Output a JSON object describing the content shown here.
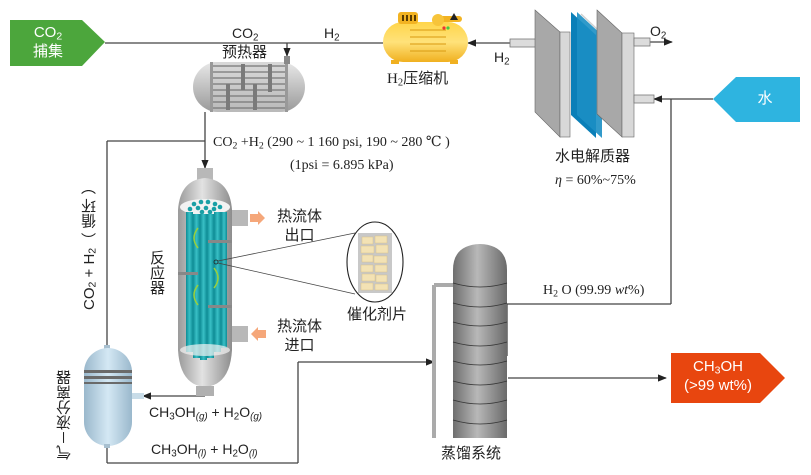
{
  "inputs": {
    "co2_capture": {
      "line1": "CO",
      "sub": "2",
      "line2": "捕集",
      "color": "#4ca63c"
    },
    "water": {
      "label": "水",
      "color": "#2eb4e0"
    }
  },
  "outputs": {
    "methanol": {
      "line1_a": "CH",
      "line1_sub": "3",
      "line1_b": "OH",
      "line2": "(>99 wt%)",
      "color": "#e8460f"
    }
  },
  "streams": {
    "co2_top": {
      "a": "CO",
      "sub": "2"
    },
    "h2_top": {
      "a": "H",
      "sub": "2"
    },
    "h2_electrolyzer": {
      "a": "H",
      "sub": "2"
    },
    "o2_out": {
      "a": "O",
      "sub": "2"
    },
    "feed": {
      "a": "CO",
      "sub1": "2",
      "b": " +H",
      "sub2": "2",
      "c": " (290 ~ 1 160 psi, 190 ~ 280 ℃ )"
    },
    "unit_note": "(1psi = 6.895 kPa)",
    "recycle": {
      "a": "CO",
      "sub1": "2",
      "b": " + H",
      "sub2": "2",
      "c": "（ 循环 ）"
    },
    "gas_product": {
      "a": "CH",
      "sub1": "3",
      "b": "OH",
      "sub2": "(g)",
      "c": " + H",
      "sub3": "2",
      "d": "O",
      "sub4": "(g)"
    },
    "liquid_product": {
      "a": "CH",
      "sub1": "3",
      "b": "OH",
      "sub2": "(l)",
      "c": " + H",
      "sub3": "2",
      "d": "O",
      "sub4": "(l)"
    },
    "water_recovered": {
      "a": "H",
      "sub": "2",
      "b": " O (99.99 ",
      "c": "wt",
      "d": "%)"
    }
  },
  "equipment": {
    "preheater": "预热器",
    "compressor": {
      "a": "H",
      "sub": "2",
      "b": "压缩机"
    },
    "electrolyzer": "水电解质器",
    "efficiency": {
      "symbol": "η",
      "value": " = 60%~75%"
    },
    "reactor": "反应器",
    "hot_fluid_outlet": [
      "热流体",
      "出口"
    ],
    "hot_fluid_inlet": [
      "热流体",
      "进口"
    ],
    "catalyst": "催化剂片",
    "separator": "气－液分离器",
    "distillation": "蒸馏系统"
  }
}
